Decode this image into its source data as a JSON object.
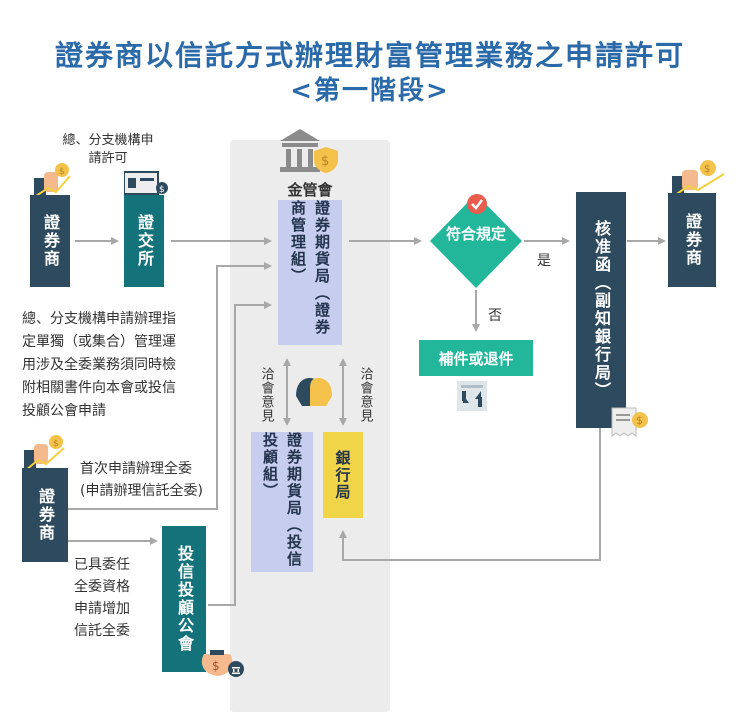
{
  "title": {
    "line1": "證券商以信託方式辦理財富管理業務之申請許可",
    "line2": "<第一階段>"
  },
  "nodes": {
    "broker_top": "證券商",
    "tse": "證交所",
    "fsc": "金管會",
    "sfb_mgmt": "證券期貨局（證券商管理組）",
    "sfb_sitca": "證券期貨局（投信投顧組）",
    "bank_bureau": "銀行局",
    "decision": "符合規定",
    "approval": "核准函（副知銀行局）",
    "broker_result": "證券商",
    "supplement": "補件或退件",
    "broker_mid": "證券商",
    "sitca": "投信投顧公會"
  },
  "labels": {
    "branch_apply": "總、分支機構申請許可",
    "long_note": [
      "總、分支機構申請辦理指",
      "定單獨（或集合）管理運",
      "用涉及全委業務須同時檢",
      "附相關書件向本會或投信",
      "投顧公會申請"
    ],
    "first_apply": [
      "首次申請辦理全委",
      "(申請辦理信託全委)"
    ],
    "already": [
      "已具委任",
      "全委資格",
      "申請增加",
      "信託全委"
    ],
    "consult_left": "洽會意見",
    "consult_right": "洽會意見",
    "yes": "是",
    "no": "否"
  },
  "colors": {
    "title": "#2b6aa8",
    "dark_box": "#2d4a5e",
    "teal_box": "#14727a",
    "lavender_box": "#c7cdee",
    "yellow_box": "#f0d548",
    "green": "#22b79b",
    "arrow": "#a8a8a8",
    "panel": "#ececec"
  },
  "icons": [
    "hand-coin-chart-icon",
    "id-card-dollar-icon",
    "bank-building-icon",
    "shield-dollar-icon",
    "check-circle-icon",
    "document-swap-icon",
    "people-discussion-icon",
    "receipt-dollar-icon",
    "money-bag-icon",
    "bank-badge-icon"
  ]
}
